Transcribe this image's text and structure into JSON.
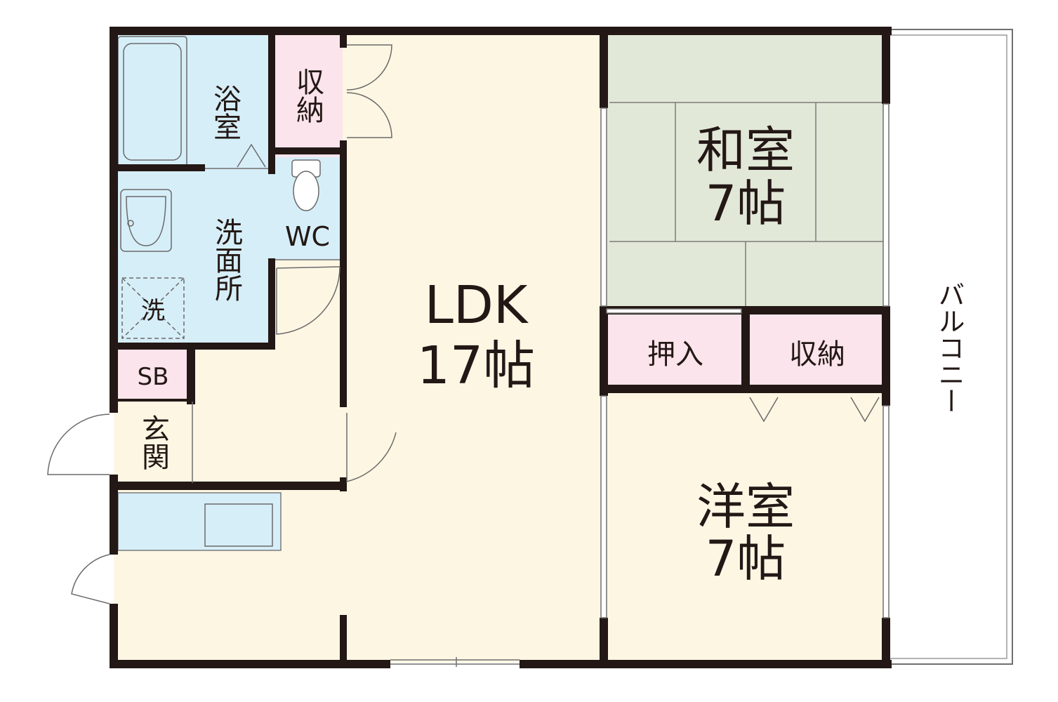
{
  "rooms": {
    "bath": "浴室",
    "storage_top": "収納",
    "washroom": "洗面所",
    "washer": "洗",
    "wc": "WC",
    "shoebox": "SB",
    "entrance": "玄関",
    "ldk_name": "LDK",
    "ldk_size": "17帖",
    "washitsu_name": "和室",
    "washitsu_size": "7帖",
    "oshiire": "押入",
    "storage_right": "収納",
    "youshitsu_name": "洋室",
    "youshitsu_size": "7帖",
    "balcony": "バルコニー"
  },
  "colors": {
    "wall": "#231815",
    "floor": "#fdf6e3",
    "water_area": "#d6eef8",
    "storage": "#fbe4ec",
    "tatami": "#e2e8d8"
  }
}
